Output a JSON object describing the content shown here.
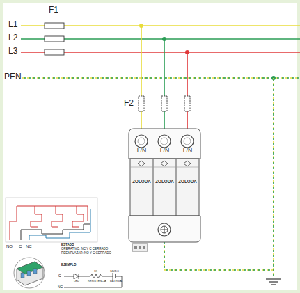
{
  "diagram": {
    "nodes": [
      {
        "text": [
          "L/N",
          "ZOLODA"
        ]
      },
      {
        "text": [
          "L/N",
          "ZOLODA"
        ]
      },
      {
        "text": [
          "L/N",
          "ZOLODA"
        ]
      }
    ],
    "labels": [
      "F1",
      "L1",
      "L2",
      "L3",
      "PEN",
      "F2",
      "NO",
      "C",
      "NC",
      "ESTADO",
      "OPERATIVO: NC Y C CERRADO",
      "REEMPLAZAR: NO Y C CERRADO",
      "EJEMPLO",
      "C",
      "NC",
      "LED",
      "1K",
      "RESISTENCIA",
      "12VDC",
      "BATERIA"
    ]
  }
}
